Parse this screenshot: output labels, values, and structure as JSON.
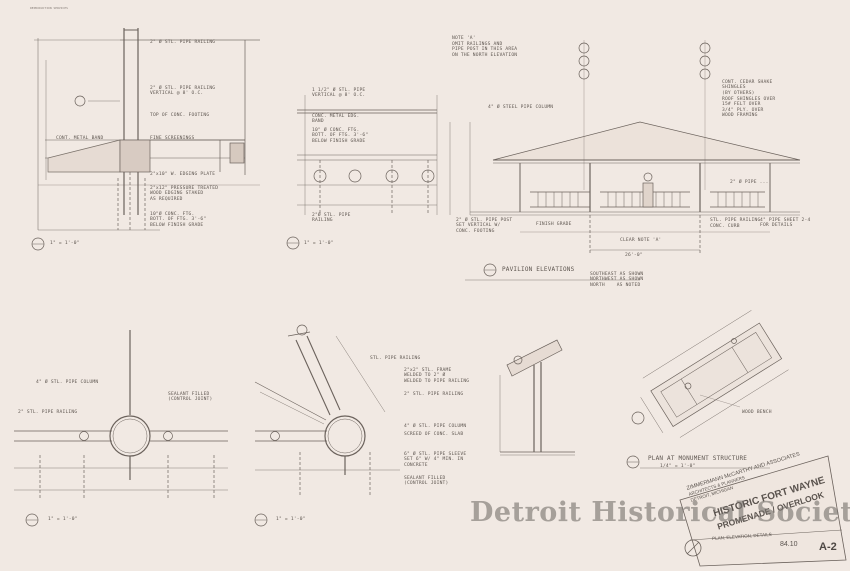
{
  "header": {
    "stamp": "REPRODUCTION SERVICES"
  },
  "notes": {
    "note_a_title": "NOTE 'A'",
    "note_a_text": "OMIT RAILINGS AND\nPIPE POST IN THIS AREA\nON THE NORTH ELEVATION"
  },
  "section_1": {
    "pipe_railing": "2\" Ø STL. PIPE RAILING",
    "railing_detail": "2\" Ø STL. PIPE RAILING\nVERTICAL @ 8' O.C.",
    "top_footing": "TOP OF CONC. FOOTING",
    "conc_metal_band": "CONT. METAL BAND",
    "fine_screenings": "FINE SCREENINGS",
    "wood_edging": "2\"x10\" W. EDGING PLATE",
    "preserved_wood": "2\"x12\" PRESSURE TREATED\nWOOD EDGING STAKED\nAS REQUIRED",
    "conc_ftg": "10\"Ø CONC. FTG.\nBOTT. OF FTG. 3'-6\"\nBELOW FINISH GRADE",
    "scale": "1\" = 1'-0\""
  },
  "section_2": {
    "pipe_vertical": "1 1/2\" Ø STL. PIPE\nVERTICAL @ 8' O.C.",
    "conc_metal": "CONC. METAL EDG.\nBAND",
    "conc_ftg": "10\" Ø CONC. FTG.\nBOTT. OF FTG. 3'-6\"\nBELOW FINISH GRADE",
    "railing": "2\"Ø STL. PIPE\nRAILING",
    "scale": "1\" = 1'-0\""
  },
  "elevation": {
    "column": "4\" Ø STEEL PIPE COLUMN",
    "shingles": "CONT. CEDAR SHAKE\nSHINGLES\n(BY OTHERS)",
    "roof_notes": "ROOF SHINGLES OVER\n15# FELT OVER\n3/4\" PLY. OVER\nWOOD FRAMING",
    "railing_left": "2\" Ø STL. PIPE POST\nSET VERTICAL W/\nCONC. FOOTING",
    "finish_grade": "FINISH GRADE",
    "dimension": "26'-0\"",
    "railing_right": "STL. PIPE RAILING",
    "curb": "CONC. CURB",
    "gazebo_ref": "4\" PIPE SHEET 2-4\nFOR DETAILS",
    "clear_dim": "CLEAR NOTE 'A'",
    "title": "PAVILION ELEVATIONS",
    "subtitle": "SOUTHEAST AS SHOWN\nNORTHWEST AS SHOWN\nNORTH    AS NOTED",
    "pipe_cap": "2\" Ø PIPE ..."
  },
  "detail_3": {
    "column": "4\" Ø STL. PIPE COLUMN",
    "railing": "2\" STL. PIPE RAILING",
    "sealant": "SEALANT FILLED\n(CONTROL JOINT)",
    "scale": "1\" = 1'-0\""
  },
  "detail_4": {
    "railing": "STL. PIPE RAILING",
    "frame": "2\"x2\" STL. FRAME\nWELDED TO 2\" Ø\nWELDED TO PIPE RAILING",
    "pipe_railing": "2\" STL. PIPE RAILING",
    "column": "4\" Ø STL. PIPE COLUMN",
    "conc_slab": "SCREED OF CONC. SLAB",
    "pipe_sleeve": "6\" Ø STL. PIPE SLEEVE\nSET 6\" W/ 4\" MIN. IN\nCONCRETE",
    "sealant": "SEALANT FILLED\n(CONTROL JOINT)",
    "scale": "1\" = 1'-0\""
  },
  "monument": {
    "bench": "WOOD BENCH",
    "title": "PLAN AT MONUMENT STRUCTURE",
    "scale": "1/4\" = 1'-0\""
  },
  "title_block": {
    "firm_line_1": "ZIMMERMANN McCARTHY AND ASSOCIATES",
    "firm_line_2": "ARCHITECTS & PLANNERS",
    "firm_line_3": "DETROIT, MICHIGAN",
    "project_line_1": "HISTORIC FORT WAYNE",
    "project_line_2": "PROMENADE / OVERLOOK",
    "sheet_label": "PLAN, ELEVATION, DETAILS",
    "project_number": "84.10",
    "sheet_number": "A-2"
  },
  "watermark": "Detroit Historical Society"
}
